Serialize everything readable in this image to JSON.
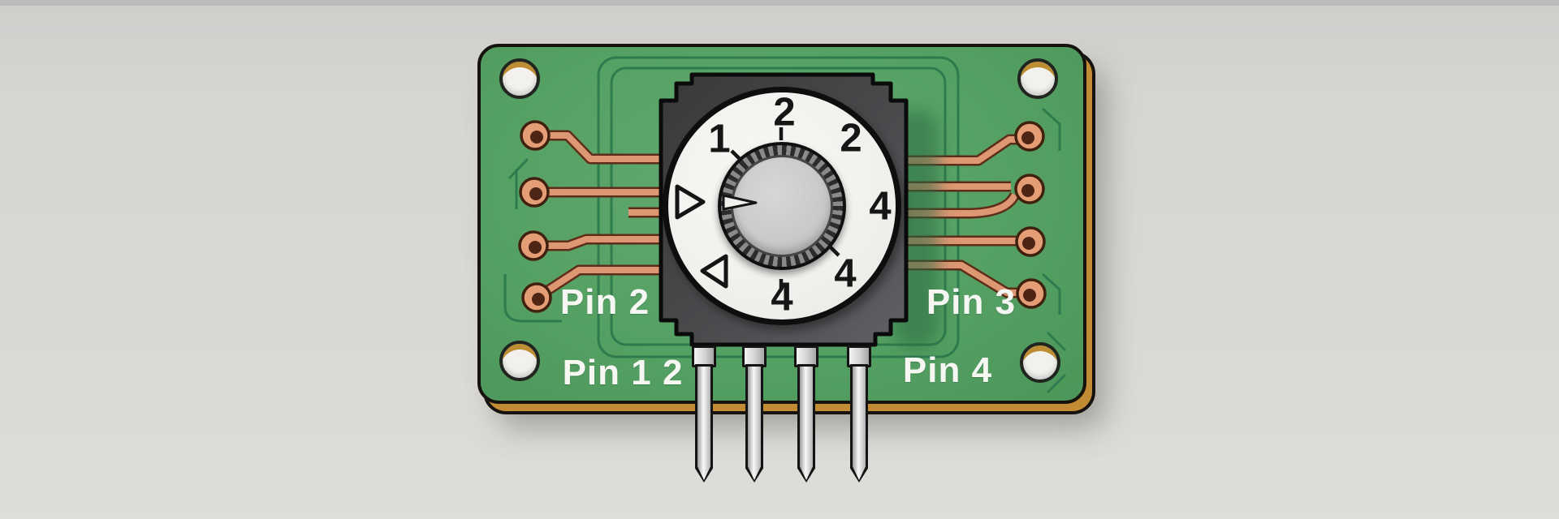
{
  "board": {
    "labels": {
      "pin2": "Pin 2",
      "pin1": "Pin 1 2",
      "pin3": "Pin 3",
      "pin4": "Pin 4"
    },
    "mounting_holes": 4,
    "colors": {
      "pcb_green": "#55a063",
      "copper_trace": "#dd9772",
      "gold_edge": "#c28c34",
      "silkscreen_green": "#2e7b4d",
      "label_text": "#f6f6f2"
    }
  },
  "rotary_switch": {
    "dial_numbers": [
      "1",
      "2",
      "2",
      "4",
      "4",
      "4"
    ],
    "markers": {
      "left_middle": "triangle-right",
      "lower_left": "triangle-left",
      "knob": "pointer-wedge-left"
    },
    "pin_count": 4,
    "colors": {
      "body_gray": "#4a4a4d",
      "dial_face": "#f4f3f0",
      "knob_gray": "#cbcac8"
    }
  }
}
